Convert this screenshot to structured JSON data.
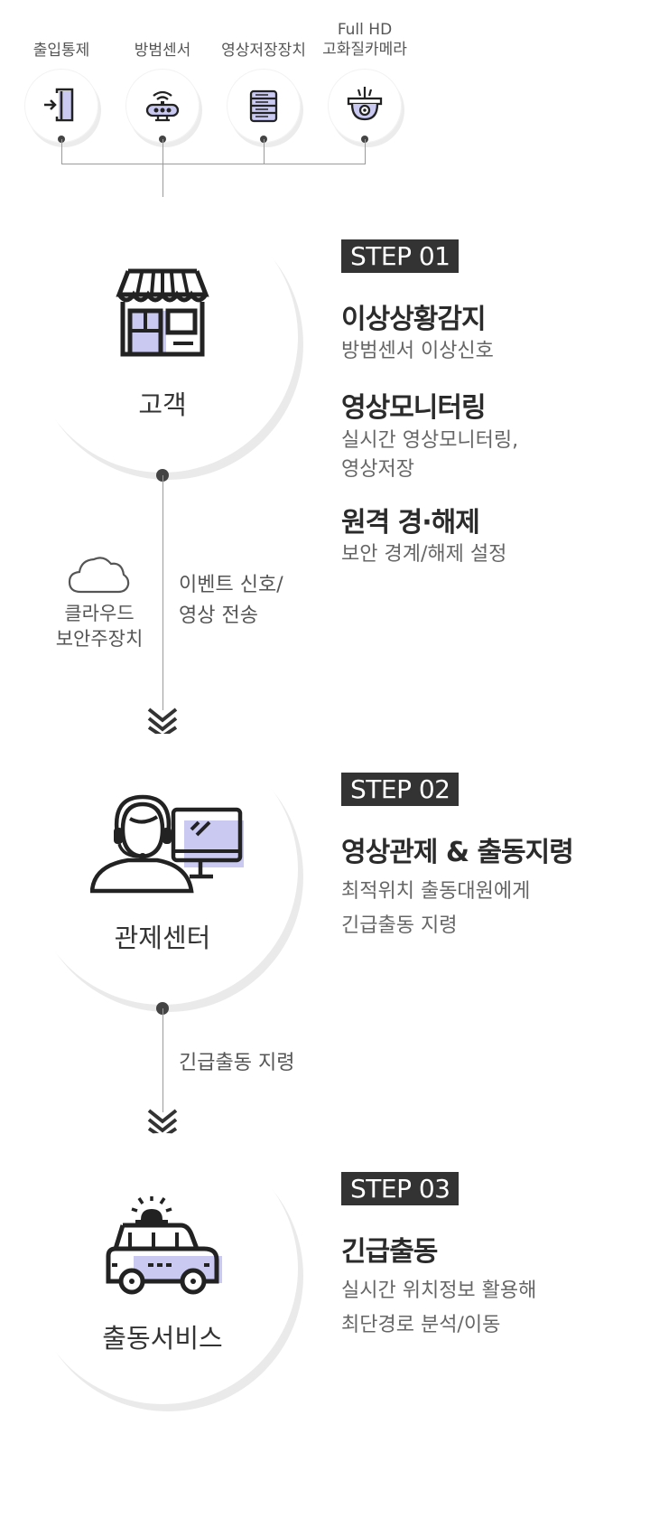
{
  "devices": [
    {
      "label": "출입통제",
      "icon": "door-icon"
    },
    {
      "label": "방범센서",
      "icon": "sensor-icon"
    },
    {
      "label": "영상저장장치",
      "icon": "storage-icon"
    },
    {
      "label_line1": "Full HD",
      "label_line2": "고화질카메라",
      "icon": "camera-icon"
    }
  ],
  "steps": [
    {
      "badge": "STEP 01",
      "node_label": "고객",
      "icon": "store-icon",
      "items": [
        {
          "title": "이상상황감지",
          "desc": [
            "방범센서 이상신호"
          ]
        },
        {
          "title": "영상모니터링",
          "desc": [
            "실시간 영상모니터링,",
            "영상저장"
          ]
        },
        {
          "title": "원격 경·해제",
          "desc": [
            "보안 경계/해제 설정"
          ]
        }
      ]
    },
    {
      "badge": "STEP 02",
      "node_label": "관제센터",
      "icon": "operator-icon",
      "items": [
        {
          "title": "영상관제 & 출동지령",
          "desc": [
            "최적위치 출동대원에게",
            "긴급출동 지령"
          ]
        }
      ]
    },
    {
      "badge": "STEP 03",
      "node_label": "출동서비스",
      "icon": "patrol-car-icon",
      "items": [
        {
          "title": "긴급출동",
          "desc": [
            "실시간 위치정보 활용해",
            "최단경로 분석/이동"
          ]
        }
      ]
    }
  ],
  "flows": {
    "flow1": [
      "이벤트 신호/",
      "영상 전송"
    ],
    "cloud": [
      "클라우드",
      "보안주장치"
    ],
    "flow2": "긴급출동 지령"
  },
  "colors": {
    "dark": "#333333",
    "accent": "#c9c9f2",
    "line": "#9a9a9a"
  }
}
